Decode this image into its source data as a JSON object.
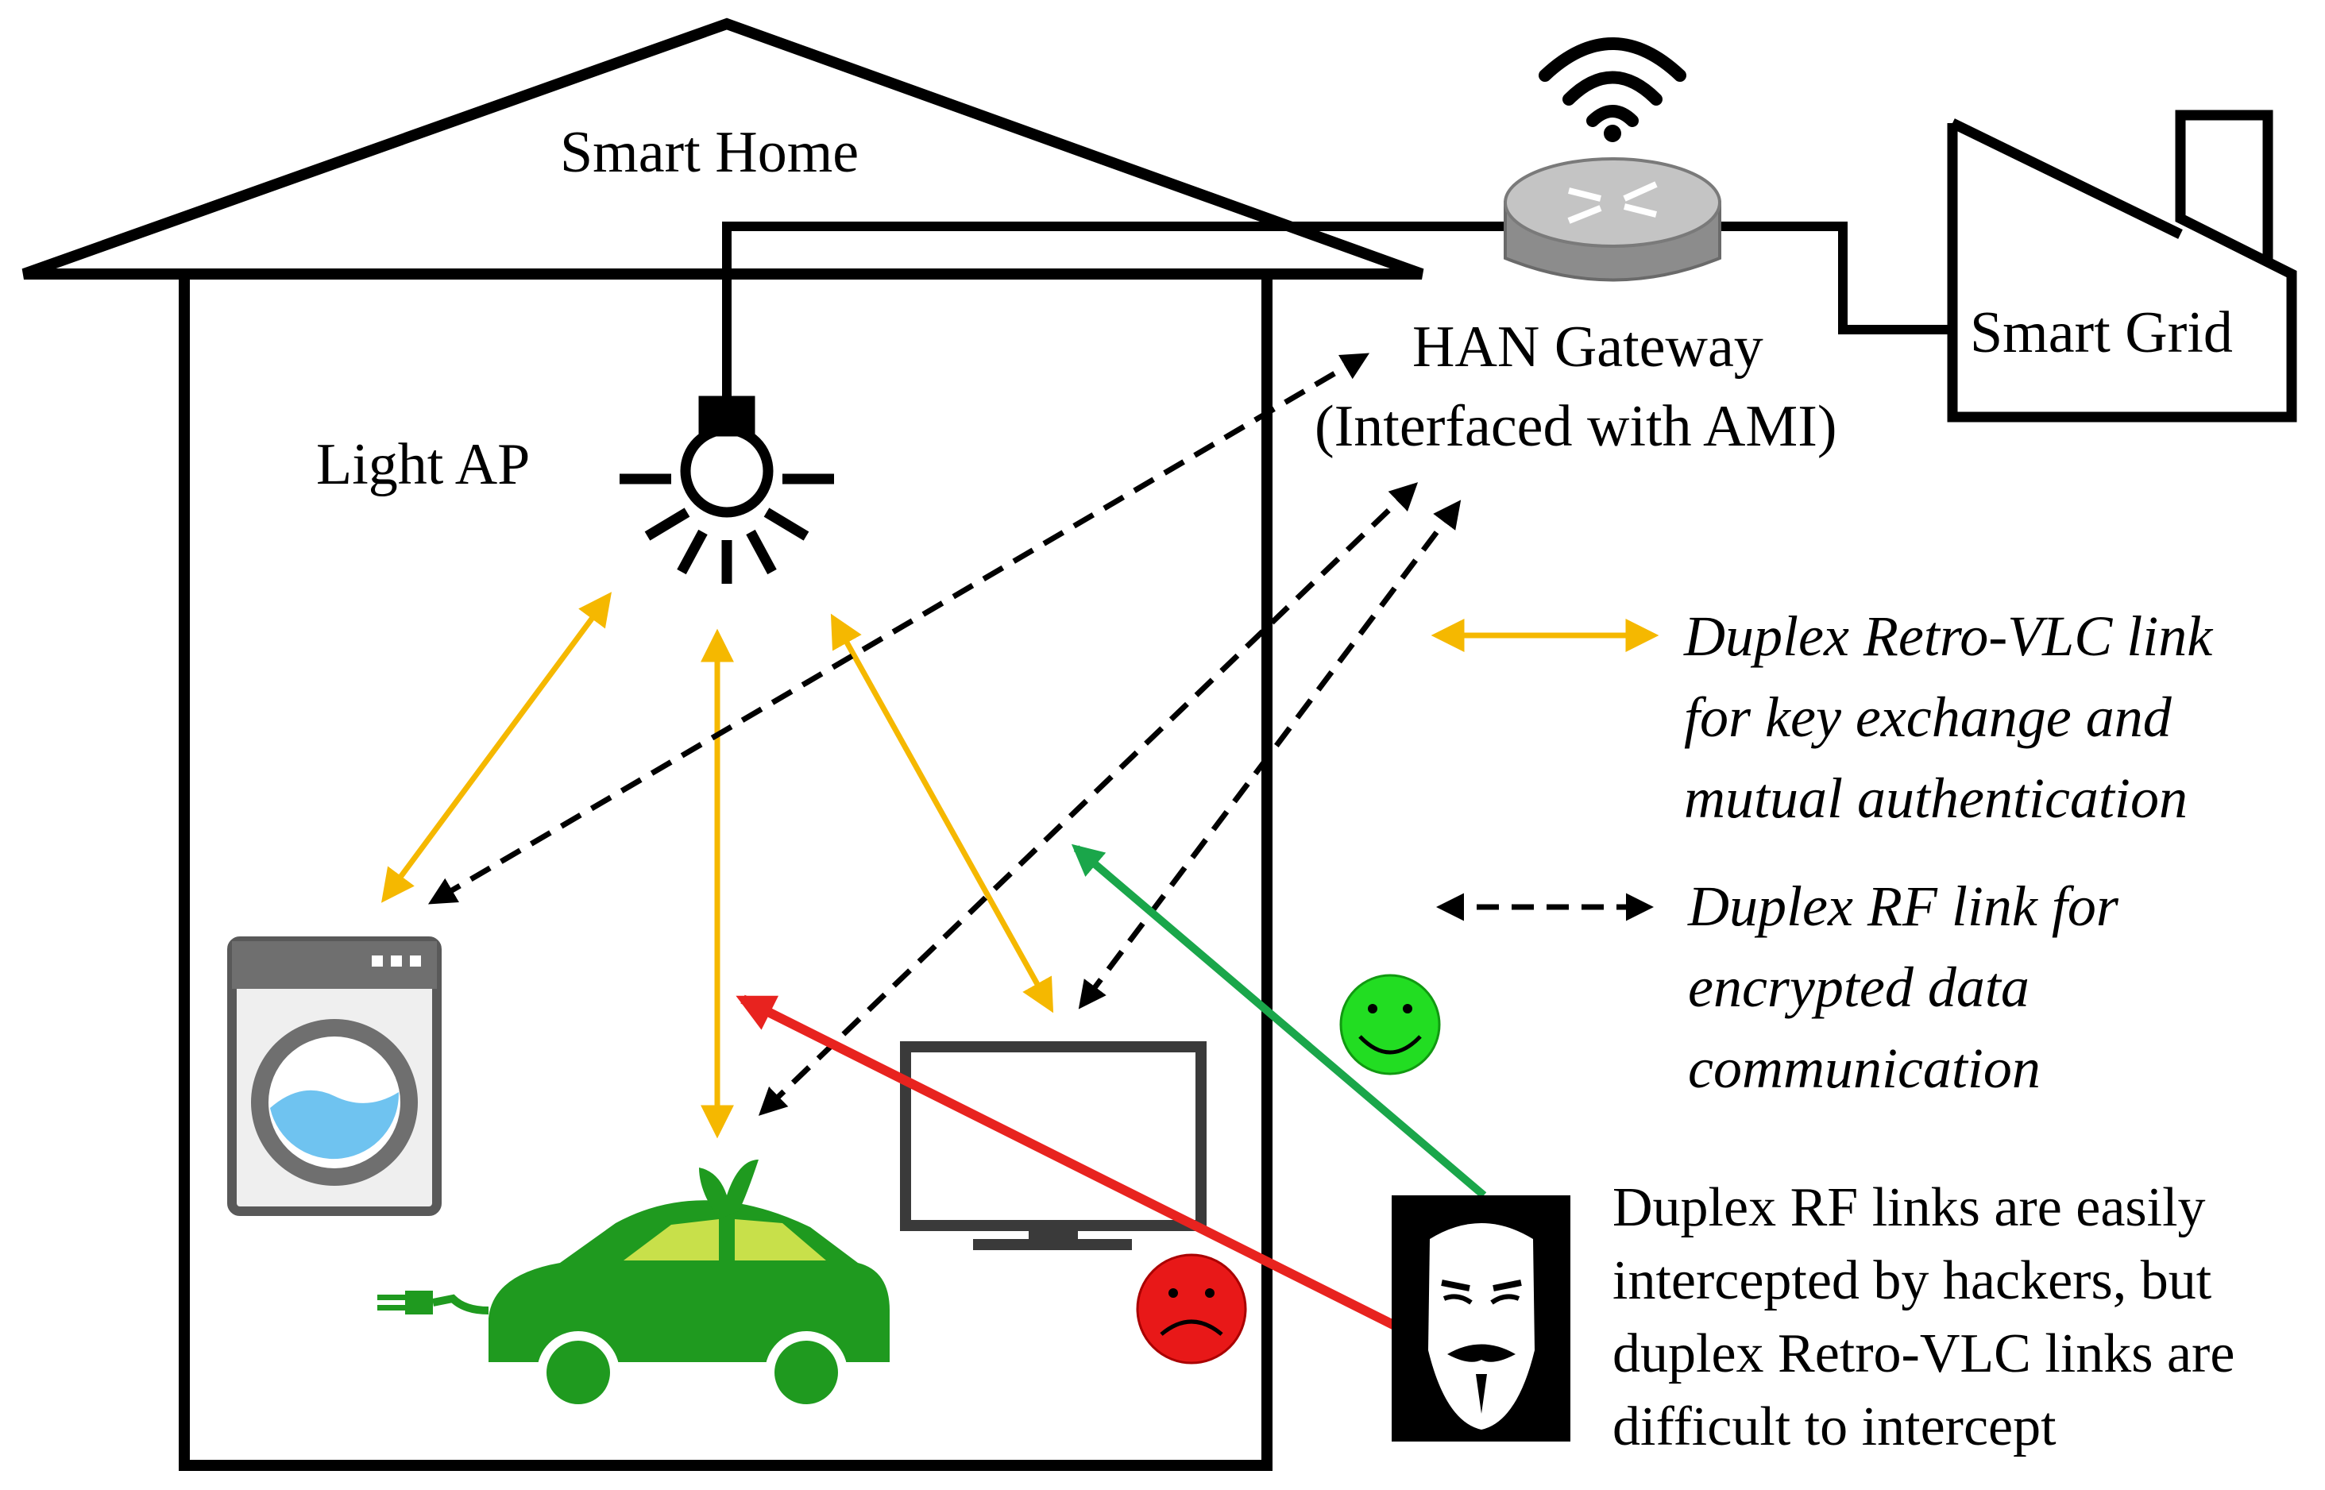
{
  "labels": {
    "smart_home": "Smart Home",
    "light_ap": "Light AP",
    "han_gateway_line1": "HAN Gateway",
    "han_gateway_line2": "(Interfaced with AMI)",
    "smart_grid": "Smart Grid"
  },
  "legend": {
    "vlc_line1": "Duplex Retro-VLC link",
    "vlc_line2": "for key exchange and",
    "vlc_line3": "mutual authentication",
    "rf_line1": "Duplex RF link for",
    "rf_line2": "encrypted data",
    "rf_line3": "communication"
  },
  "note": {
    "line1": "Duplex RF links are easily",
    "line2": "intercepted by hackers, but",
    "line3": "duplex Retro-VLC links are",
    "line4": "difficult to intercept"
  },
  "colors": {
    "vlc_link": "#f5b800",
    "rf_link": "#000000",
    "attack_rf": "#e8231f",
    "attack_vlc": "#1aa64a",
    "happy_face": "#22dd22",
    "sad_face": "#e81818",
    "car": "#1f9a1f",
    "car_window": "#c8e04a"
  },
  "icons": [
    "light-bulb-icon",
    "router-icon",
    "wifi-icon",
    "factory-icon",
    "washing-machine-icon",
    "tv-icon",
    "electric-car-icon",
    "hacker-mask-icon",
    "happy-face-icon",
    "sad-face-icon"
  ]
}
